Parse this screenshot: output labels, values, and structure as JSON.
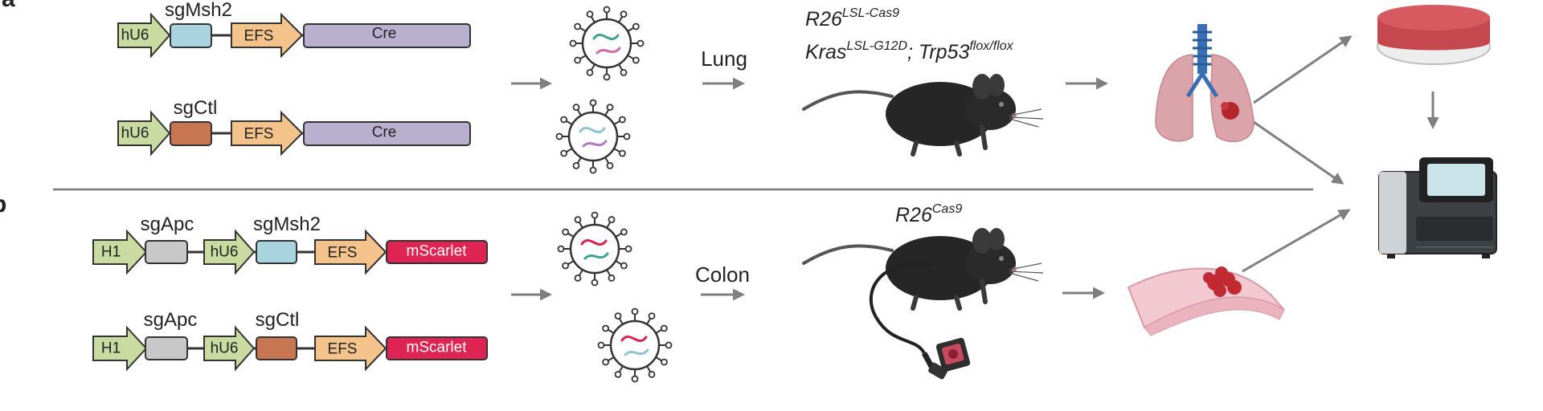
{
  "panels": {
    "a": "a",
    "b": "b"
  },
  "constructs": {
    "lung_1": {
      "promoter": "hU6",
      "guide": "sgMsh2",
      "driver": "EFS",
      "payload": "Cre"
    },
    "lung_2": {
      "promoter": "hU6",
      "guide": "sgCtl",
      "driver": "EFS",
      "payload": "Cre"
    },
    "colon_1": {
      "promoter_1": "H1",
      "guide_1": "sgApc",
      "promoter_2": "hU6",
      "guide_2": "sgMsh2",
      "driver": "EFS",
      "payload": "mScarlet"
    },
    "colon_2": {
      "promoter_1": "H1",
      "guide_1": "sgApc",
      "promoter_2": "hU6",
      "guide_2": "sgCtl",
      "driver": "EFS",
      "payload": "mScarlet"
    }
  },
  "routes": {
    "lung": "Lung",
    "colon": "Colon"
  },
  "genotypes": {
    "lung_line1": {
      "base": "R26",
      "sup": "LSL-Cas9"
    },
    "lung_line2": {
      "base1": "Kras",
      "sup1": "LSL-G12D",
      "sep": "; Trp53",
      "sup2": "flox/flox"
    },
    "colon": {
      "base": "R26",
      "sup": "Cas9"
    }
  },
  "colors": {
    "promoter": "#c9dba0",
    "sgMsh2": "#a9d3df",
    "sgCtl": "#c87552",
    "sgApc": "#c8c8c8",
    "efs": "#f3c38b",
    "cre": "#b9b0d0",
    "mscarlet": "#dd2452"
  },
  "icons": [
    "lentivirus-icon",
    "mouse-icon",
    "endoscope-icon",
    "lung-tumor-icon",
    "colon-tumor-icon",
    "culture-dish-icon",
    "sequencer-icon"
  ]
}
